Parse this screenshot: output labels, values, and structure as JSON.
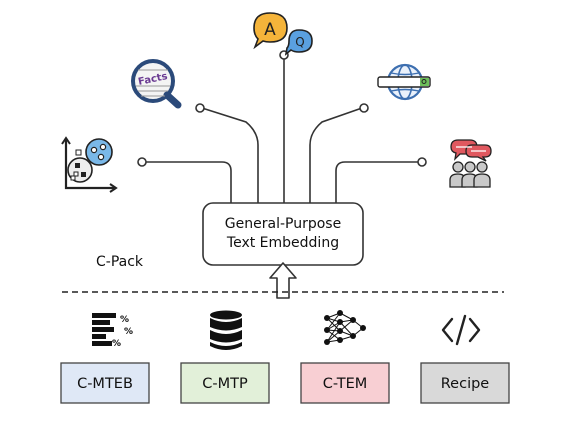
{
  "center_box": {
    "line1": "General-Purpose",
    "line2": "Text Embedding"
  },
  "side_label": "C-Pack",
  "top_icons": [
    {
      "name": "scatter-chart-icon"
    },
    {
      "name": "facts-magnifier-icon",
      "text": "Facts"
    },
    {
      "name": "qa-speech-bubbles-icon",
      "text_a": "A",
      "text_q": "Q"
    },
    {
      "name": "web-search-globe-icon"
    },
    {
      "name": "people-discussion-icon"
    }
  ],
  "components": [
    {
      "label": "C-MTEB",
      "icon": "percentage-bars-icon",
      "fill": "#dfe8f6"
    },
    {
      "label": "C-MTP",
      "icon": "database-icon",
      "fill": "#e2f0d9"
    },
    {
      "label": "C-TEM",
      "icon": "neural-network-icon",
      "fill": "#f8cfd3"
    },
    {
      "label": "Recipe",
      "icon": "code-brackets-icon",
      "fill": "#d9d9d9"
    }
  ],
  "colors": {
    "line": "#333333",
    "qa_bubble_a": "#f5b43a",
    "qa_bubble_q": "#5aa0e0",
    "people_bubble": "#e0585f",
    "people_body": "#c9c9c9",
    "globe": "#3d6fb0",
    "search_bar": "#6dbf5b"
  }
}
